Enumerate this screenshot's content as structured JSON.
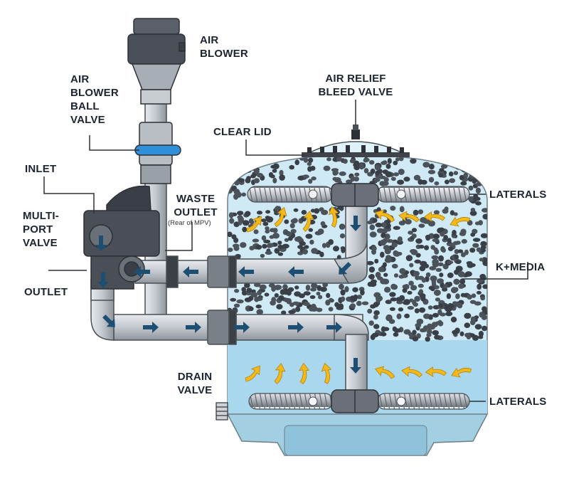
{
  "labels": {
    "air_blower": [
      "AIR",
      "BLOWER"
    ],
    "air_blower_ball_valve": [
      "AIR",
      "BLOWER",
      "BALL",
      "VALVE"
    ],
    "air_relief_bleed_valve": [
      "AIR RELIEF",
      "BLEED VALVE"
    ],
    "clear_lid": "CLEAR LID",
    "inlet": "INLET",
    "waste_outlet": [
      "WASTE",
      "OUTLET"
    ],
    "waste_outlet_note": "(Rear of MPV)",
    "multi_port_valve": [
      "MULTI-",
      "PORT",
      "VALVE"
    ],
    "outlet": "OUTLET",
    "laterals_top": "LATERALS",
    "k_media": "K+MEDIA",
    "drain_valve": [
      "DRAIN",
      "VALVE"
    ],
    "laterals_bottom": "LATERALS"
  },
  "icons": [
    "flow-arrow-icon",
    "air-bubble-arrow-icon",
    "media-bead-icon"
  ],
  "colors": {
    "tank_water": "#c7e6f3",
    "lower_water": "#a9d8ee",
    "pipe": "#bfc5cc",
    "pipe_outline": "#4a4f56",
    "media": "#3a3f47",
    "flow_arrow": "#1d4f72",
    "air_arrow": "#f3b81b",
    "valve_handle": "#2f8fd8",
    "text": "#1d2430"
  }
}
